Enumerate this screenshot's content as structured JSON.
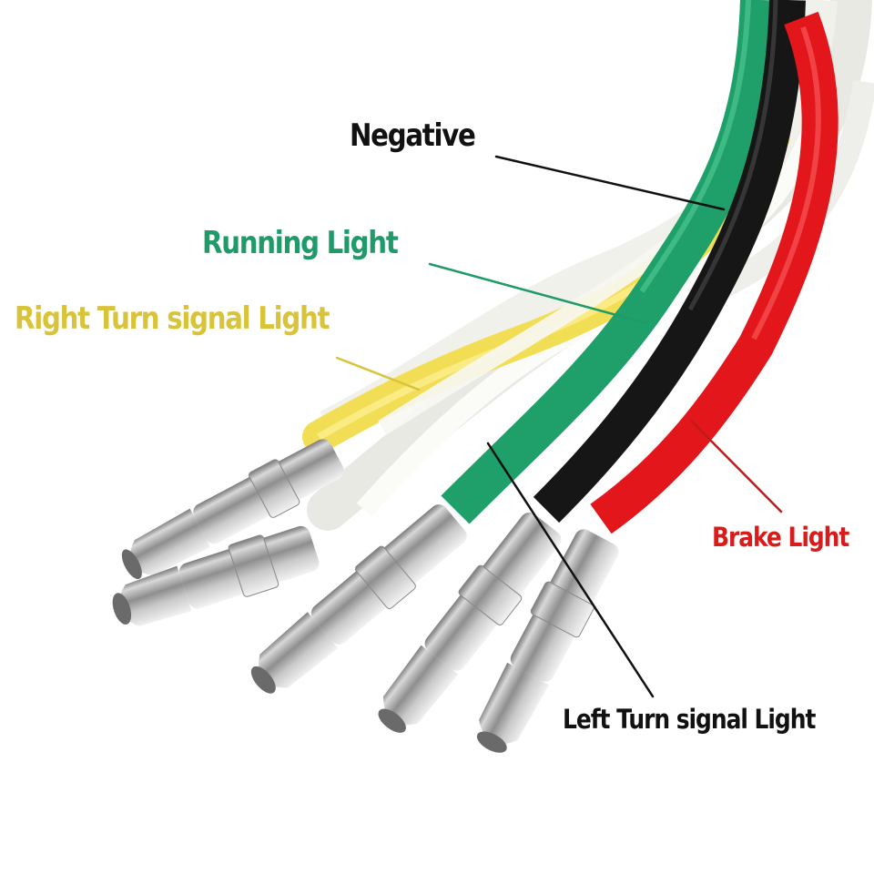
{
  "labels": {
    "negative": "Negative",
    "running": "Running Light",
    "right_turn": "Right Turn signal Light",
    "brake": "Brake Light",
    "left_turn": "Left Turn signal Light"
  },
  "colors": {
    "negative_text": "#111111",
    "running_text": "#1f9a68",
    "right_turn_text": "#d9c33a",
    "brake_text": "#d81c1c",
    "left_turn_text": "#111111",
    "wire_green": "#1fa06a",
    "wire_black": "#161616",
    "wire_red": "#e3161b",
    "wire_yellow": "#f2de55",
    "wire_white": "#f4f4f0",
    "connector_metal": "#b8b8b8"
  },
  "wires": [
    "yellow",
    "white",
    "green",
    "black",
    "red"
  ],
  "connector_count": 5
}
